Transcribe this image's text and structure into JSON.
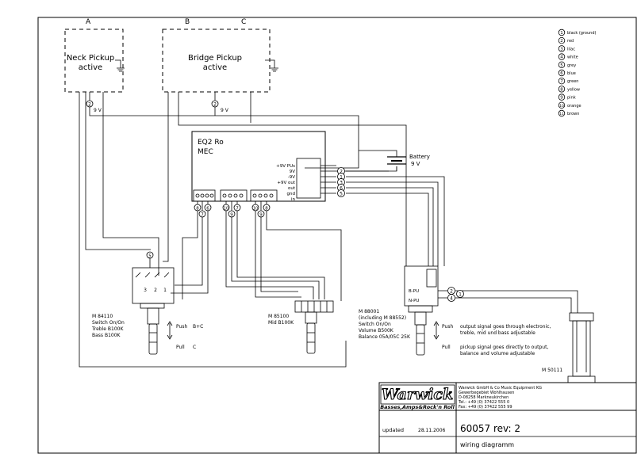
{
  "pickups": {
    "neck_label": "A",
    "neck_title": "Neck Pickup",
    "neck_sub": "active",
    "neck_voltage": "9 V",
    "bridge_label_b": "B",
    "bridge_label_c": "C",
    "bridge_title": "Bridge Pickup",
    "bridge_sub": "active",
    "bridge_voltage": "9 V"
  },
  "preamp": {
    "title": "EQ2 Ro",
    "subtitle": "MEC",
    "pins": [
      "+9V PUs",
      "9V",
      "-9V",
      "+9V out",
      "out",
      "gnd",
      "in"
    ]
  },
  "battery": {
    "label": "Battery",
    "voltage": "9 V"
  },
  "pots": {
    "m84110": [
      "M 84110",
      "Switch On/On",
      "Treble B100K",
      "Bass B100K"
    ],
    "m85100": [
      "M 85100",
      "Mid B100K"
    ],
    "m88001": [
      "M 88001",
      "(including M 88552)",
      "Switch On/On",
      "Volume B500K",
      "Balance 05A/05C 25K"
    ],
    "push_label": "Push",
    "push_value": "B+C",
    "pull_label": "Pull",
    "pull_value": "C",
    "push2_label": "Push",
    "pull2_label": "Pull",
    "bpu": "B-PU",
    "npu": "N-PU"
  },
  "notes": {
    "push_note_1": "output signal goes through electronic,",
    "push_note_2": "treble, mid und bass adjustable",
    "pull_note_1": "pickup signal goes directly to output,",
    "pull_note_2": "balance and volume adjustable"
  },
  "jack": {
    "label": "M 50111"
  },
  "legend": [
    {
      "n": "1",
      "c": "black (ground)"
    },
    {
      "n": "2",
      "c": "red"
    },
    {
      "n": "3",
      "c": "lilac"
    },
    {
      "n": "4",
      "c": "white"
    },
    {
      "n": "5",
      "c": "grey"
    },
    {
      "n": "6",
      "c": "blue"
    },
    {
      "n": "7",
      "c": "green"
    },
    {
      "n": "8",
      "c": "yellow"
    },
    {
      "n": "9",
      "c": "pink"
    },
    {
      "n": "10",
      "c": "orange"
    },
    {
      "n": "11",
      "c": "brown"
    }
  ],
  "title_block": {
    "brand": "Warwick",
    "tagline": "Basses,Amps&Rock'n Roll",
    "company": [
      "Warwick GmbH & Co Music Equipment KG",
      "Gewerbegebiet Wohlhausen",
      "D-08258 Markneukirchen",
      "Tel.: +49 (0) 37422 555 0",
      "Fax: +49 (0) 37422 555 99"
    ],
    "updated_label": "updated",
    "updated_date": "28.11.2006",
    "drawing_no": "60057 rev: 2",
    "drawing_title": "wiring diagramm"
  }
}
